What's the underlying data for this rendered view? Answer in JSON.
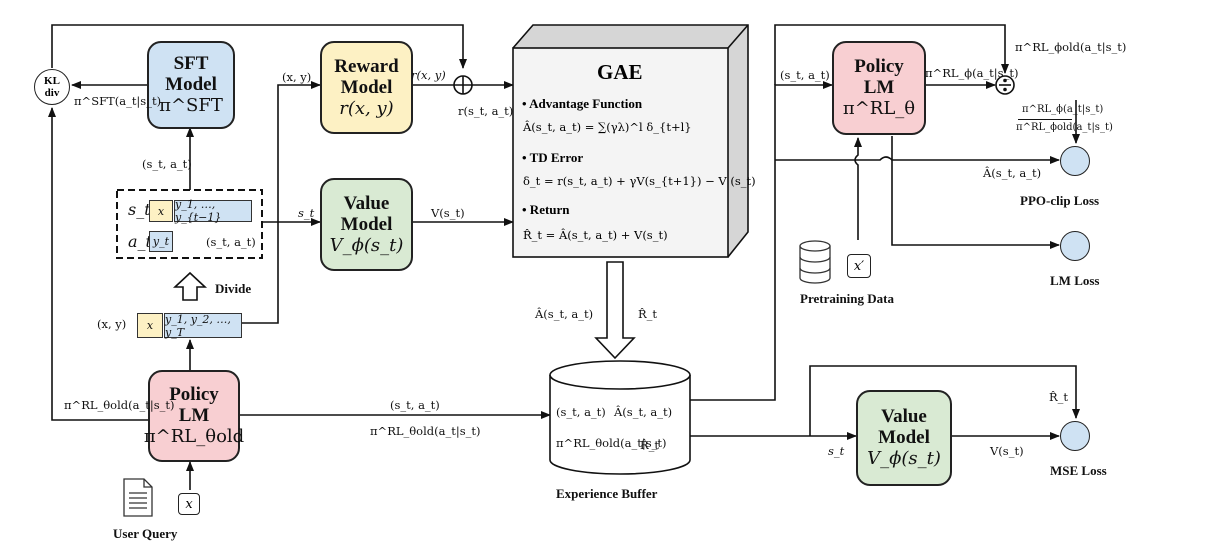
{
  "sft_model": {
    "line1": "SFT",
    "line2": "Model",
    "symbol": "π^SFT"
  },
  "reward_model": {
    "line1": "Reward",
    "line2": "Model",
    "symbol": "r(x, y)"
  },
  "value_model_top": {
    "line1": "Value",
    "line2": "Model",
    "symbol": "V_ϕ(s_t)"
  },
  "policy_lm_old": {
    "line1": "Policy",
    "line2": "LM",
    "symbol": "π^RL_θold"
  },
  "policy_lm_new": {
    "line1": "Policy",
    "line2": "LM",
    "symbol": "π^RL_θ"
  },
  "value_model_bottom": {
    "line1": "Value",
    "line2": "Model",
    "symbol": "V_ϕ(s_t)"
  },
  "kl": {
    "line1": "KL",
    "line2": "div"
  },
  "gae": {
    "title": "GAE",
    "h1": "•  Advantage Function",
    "eq1": "Â(s_t, a_t) = ∑(γλ)^l δ_{t+l}",
    "h2": "•  TD Error",
    "eq2": "δ_t = r(s_t, a_t) + γV(s_{t+1}) − V (s_t)",
    "h3": "•  Return",
    "eq3": "R̂_t = Â(s_t, a_t) + V(s_t)"
  },
  "tokens": {
    "s_t": "s_t",
    "a_t": "a_t",
    "x": "x",
    "y_prefix": "y_1, …, y_{t−1}",
    "y_t": "y_t",
    "sa_inner": "(s_t, a_t)",
    "xy_left": "(x, y)",
    "x2": "x",
    "y_full": "y_1, y_2, …, y_T"
  },
  "labels": {
    "pi_sft": "π^SFT(a_t|s_t)",
    "sa_sft": "(s_t, a_t)",
    "xy_reward": "(x, y)",
    "rxy": "r(x, y)",
    "r_sa": "r(s_t, a_t)",
    "st_value": "s_t",
    "v_st": "V(s_t)",
    "divide": "Divide",
    "pi_old_left": "π^RL_θold(a_t|s_t)",
    "sa_mid": "(s_t, a_t)",
    "pi_old_mid": "π^RL_θold(a_t|s_t)",
    "a_hat_down": "Â(s_t, a_t)",
    "r_hat_down": "R̂_t",
    "eb_sa": "(s_t, a_t)",
    "eb_ahat": "Â(s_t, a_t)",
    "eb_pi": "π^RL_θold(a_t|s_t)",
    "eb_rhat": "R̂_t",
    "exp_buffer": "Experience Buffer",
    "sa_policy": "(s_t, a_t)",
    "pi_phi": "π^RL_ϕ(a_t|s_t)",
    "pi_phi_old_top": "π^RL_ϕold(a_t|s_t)",
    "ratio_num": "π^RL_ϕ(a_t|s_t)",
    "ratio_den": "π^RL_ϕold(a_t|s_t)",
    "a_hat_right": "Â(s_t, a_t)",
    "ppo_loss": "PPO-clip Loss",
    "lm_loss": "LM Loss",
    "x_prime": "x′",
    "pretraining": "Pretraining Data",
    "r_hat_bottom": "R̂_t",
    "st_bottom": "s_t",
    "v_bottom": "V(s_t)",
    "mse_loss": "MSE Loss",
    "user_query": "User Query",
    "x_query": "x"
  }
}
